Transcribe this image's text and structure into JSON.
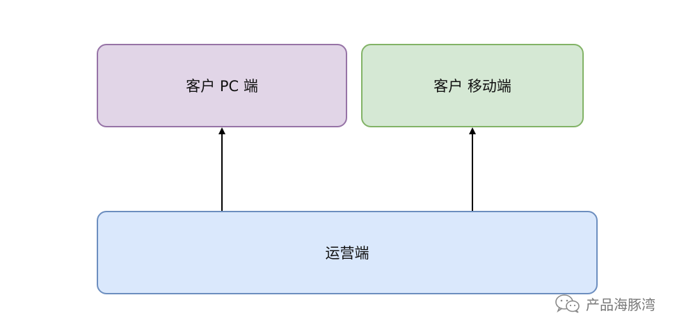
{
  "nodes": {
    "pc": {
      "label": "客户 PC 端",
      "fill": "#e1d5e7",
      "stroke": "#9673a6"
    },
    "mobile": {
      "label": "客户 移动端",
      "fill": "#d5e8d4",
      "stroke": "#82b366"
    },
    "ops": {
      "label": "运营端",
      "fill": "#dae8fc",
      "stroke": "#6c8ebf"
    }
  },
  "edges": [
    {
      "from": "运营端",
      "to": "客户 PC 端"
    },
    {
      "from": "运营端",
      "to": "客户 移动端"
    }
  ],
  "watermark": {
    "icon": "wechat-icon",
    "text": "产品海豚湾"
  }
}
